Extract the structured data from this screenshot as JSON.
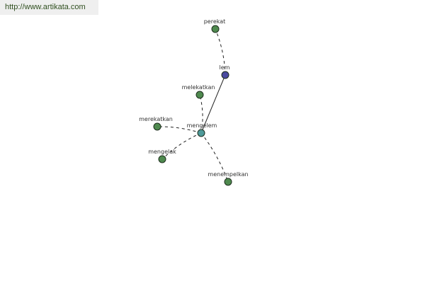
{
  "source": {
    "url_text": "http://www.artikata.com"
  },
  "colors": {
    "node_default": "#4f8a4f",
    "node_center": "#4f9a9a",
    "node_query": "#4a4aa0",
    "node_stroke": "#1e2e1e",
    "edge": "#222222"
  },
  "graph": {
    "nodes": [
      {
        "id": "mengelem",
        "label": "mengelem",
        "role": "center"
      },
      {
        "id": "lem",
        "label": "lem",
        "role": "query"
      },
      {
        "id": "perekat",
        "label": "perekat",
        "role": "default"
      },
      {
        "id": "melekatkan",
        "label": "melekatkan",
        "role": "default"
      },
      {
        "id": "merekatkan",
        "label": "merekatkan",
        "role": "default"
      },
      {
        "id": "mengelak",
        "label": "mengelak",
        "role": "default"
      },
      {
        "id": "menempelkan",
        "label": "menempelkan",
        "role": "default"
      }
    ],
    "edges": [
      {
        "from": "mengelem",
        "to": "lem",
        "style": "solid"
      },
      {
        "from": "lem",
        "to": "perekat",
        "style": "dashed"
      },
      {
        "from": "mengelem",
        "to": "melekatkan",
        "style": "dashed"
      },
      {
        "from": "mengelem",
        "to": "merekatkan",
        "style": "dashed"
      },
      {
        "from": "mengelem",
        "to": "mengelak",
        "style": "dashed"
      },
      {
        "from": "mengelem",
        "to": "menempelkan",
        "style": "dashed"
      }
    ]
  }
}
